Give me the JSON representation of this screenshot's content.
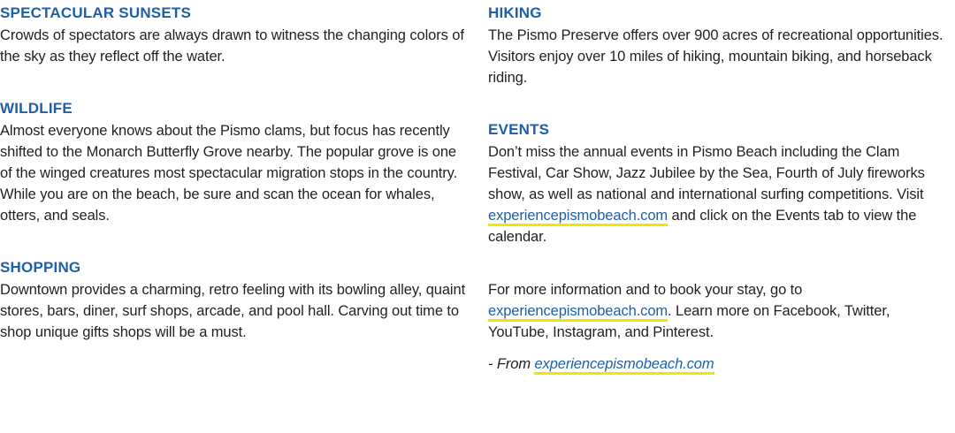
{
  "left": {
    "sunsets": {
      "heading": "SPECTACULAR SUNSETS",
      "body": "Crowds of spectators are always drawn to witness the changing colors of the sky as they reflect off the water."
    },
    "wildlife": {
      "heading": "WILDLIFE",
      "body": "Almost everyone knows about the Pismo clams, but focus has recently shifted to the Monarch Butterfly Grove nearby. The popular grove is one of the winged creatures most spectacular migration stops in the country. While you are on the beach, be sure and scan the ocean for whales, otters, and seals."
    },
    "shopping": {
      "heading": "SHOPPING",
      "body": "Downtown provides a charming, retro feeling with its bowling alley, quaint stores, bars, diner, surf shops, arcade, and pool hall. Carving out time to shop unique gifts shops will be a must."
    }
  },
  "right": {
    "hiking": {
      "heading": "HIKING",
      "body": "The Pismo Preserve offers over 900 acres of recreational opportunities. Visitors enjoy over 10 miles of hiking, mountain biking, and horseback riding."
    },
    "events": {
      "heading": "EVENTS",
      "body_before_link": "Don’t miss the annual events in Pismo Beach including the Clam Festival, Car Show, Jazz Jubilee by the Sea, Fourth of July fireworks show, as well as national and international surfing competitions. Visit ",
      "link": "experiencepismobeach.com",
      "body_after_link": " and click on the Events tab to view the calendar."
    },
    "info": {
      "before_link": "For more information and to book your stay, go to ",
      "link": "experiencepismobeach.com",
      "after_link": ". Learn more on Facebook, Twitter, YouTube, Instagram, and Pinterest."
    },
    "credit": {
      "prefix": "- From ",
      "link": "experiencepismobeach.com"
    }
  },
  "colors": {
    "heading": "#1f5fa8",
    "body": "#231f20",
    "link_underline": "#f2e600"
  }
}
